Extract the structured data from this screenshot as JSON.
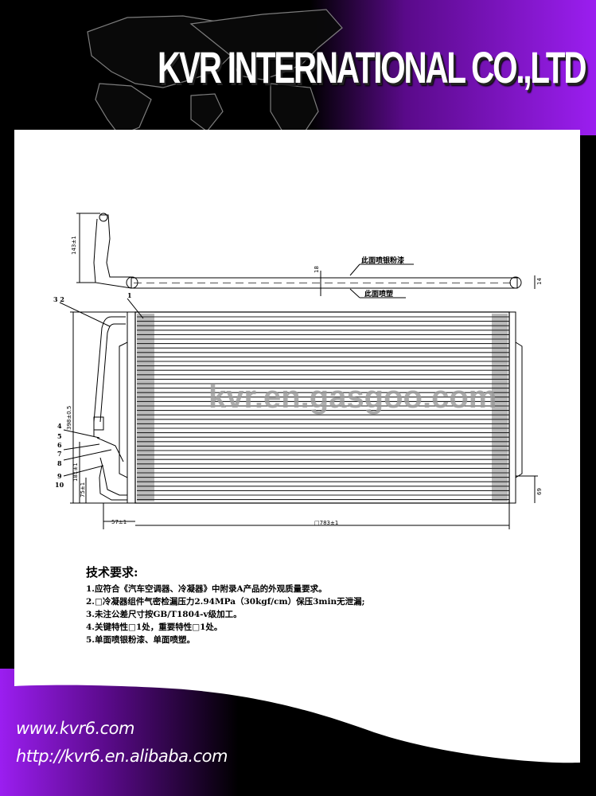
{
  "header": {
    "company": "KVR INTERNATIONAL CO.,LTD"
  },
  "drawing": {
    "watermark": "kvr.en.gasgoo.com",
    "surface_label_top": "此面喷银粉漆",
    "surface_label_bottom": "此面喷塑",
    "dimensions": {
      "height_bracket": "143±1",
      "core_height": "398±0.5",
      "offset_181": "181±1",
      "offset_75": "75±1",
      "offset_57": "57±1",
      "core_width": "□783±1",
      "right_69": "69",
      "thickness_18": "18",
      "right_14": "14"
    },
    "callouts": [
      "1",
      "3 2",
      "4",
      "5",
      "6",
      "7",
      "8",
      "9",
      "10"
    ]
  },
  "specs": {
    "title": "技术要求:",
    "lines": [
      "1.应符合《汽车空调器、冷凝器》中附录A产品的外观质量要求。",
      "2.□冷凝器组件气密检漏压力2.94MPa（30kgf/cm）保压3min无泄漏;",
      "3.未注公差尺寸按GB/T1804-v级加工。",
      "4.关键特性□1处，重要特性□1处。",
      "5.单面喷银粉漆、单面喷塑。"
    ]
  },
  "footer": {
    "website": "www.kvr6.com",
    "alibaba": "http://kvr6.en.alibaba.com"
  }
}
